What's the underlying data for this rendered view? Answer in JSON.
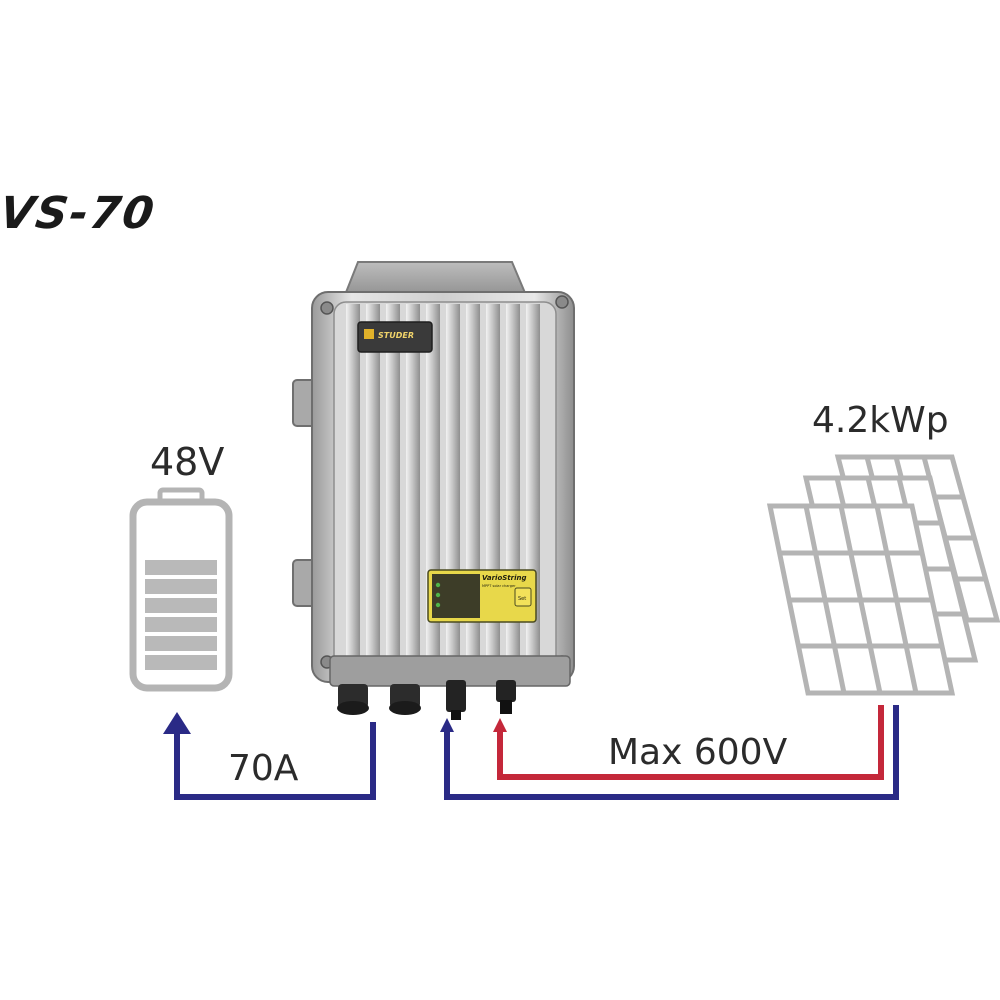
{
  "title": "VS-70",
  "battery": {
    "voltage": "48V"
  },
  "connection": {
    "current": "70A",
    "max_voltage": "Max 600V"
  },
  "solar": {
    "power": "4.2kWp"
  },
  "device": {
    "brand": "STUDER",
    "panel_title": "VarioString",
    "panel_subtitle": "MPPT solar charger",
    "button_label": "Set"
  },
  "colors": {
    "negative_wire": "#2a2a86",
    "positive_wire": "#c4283a",
    "outline_gray": "#b4b4b4",
    "battery_fill": "#b9b9b9",
    "panel_yellow": "#e8d84a"
  }
}
